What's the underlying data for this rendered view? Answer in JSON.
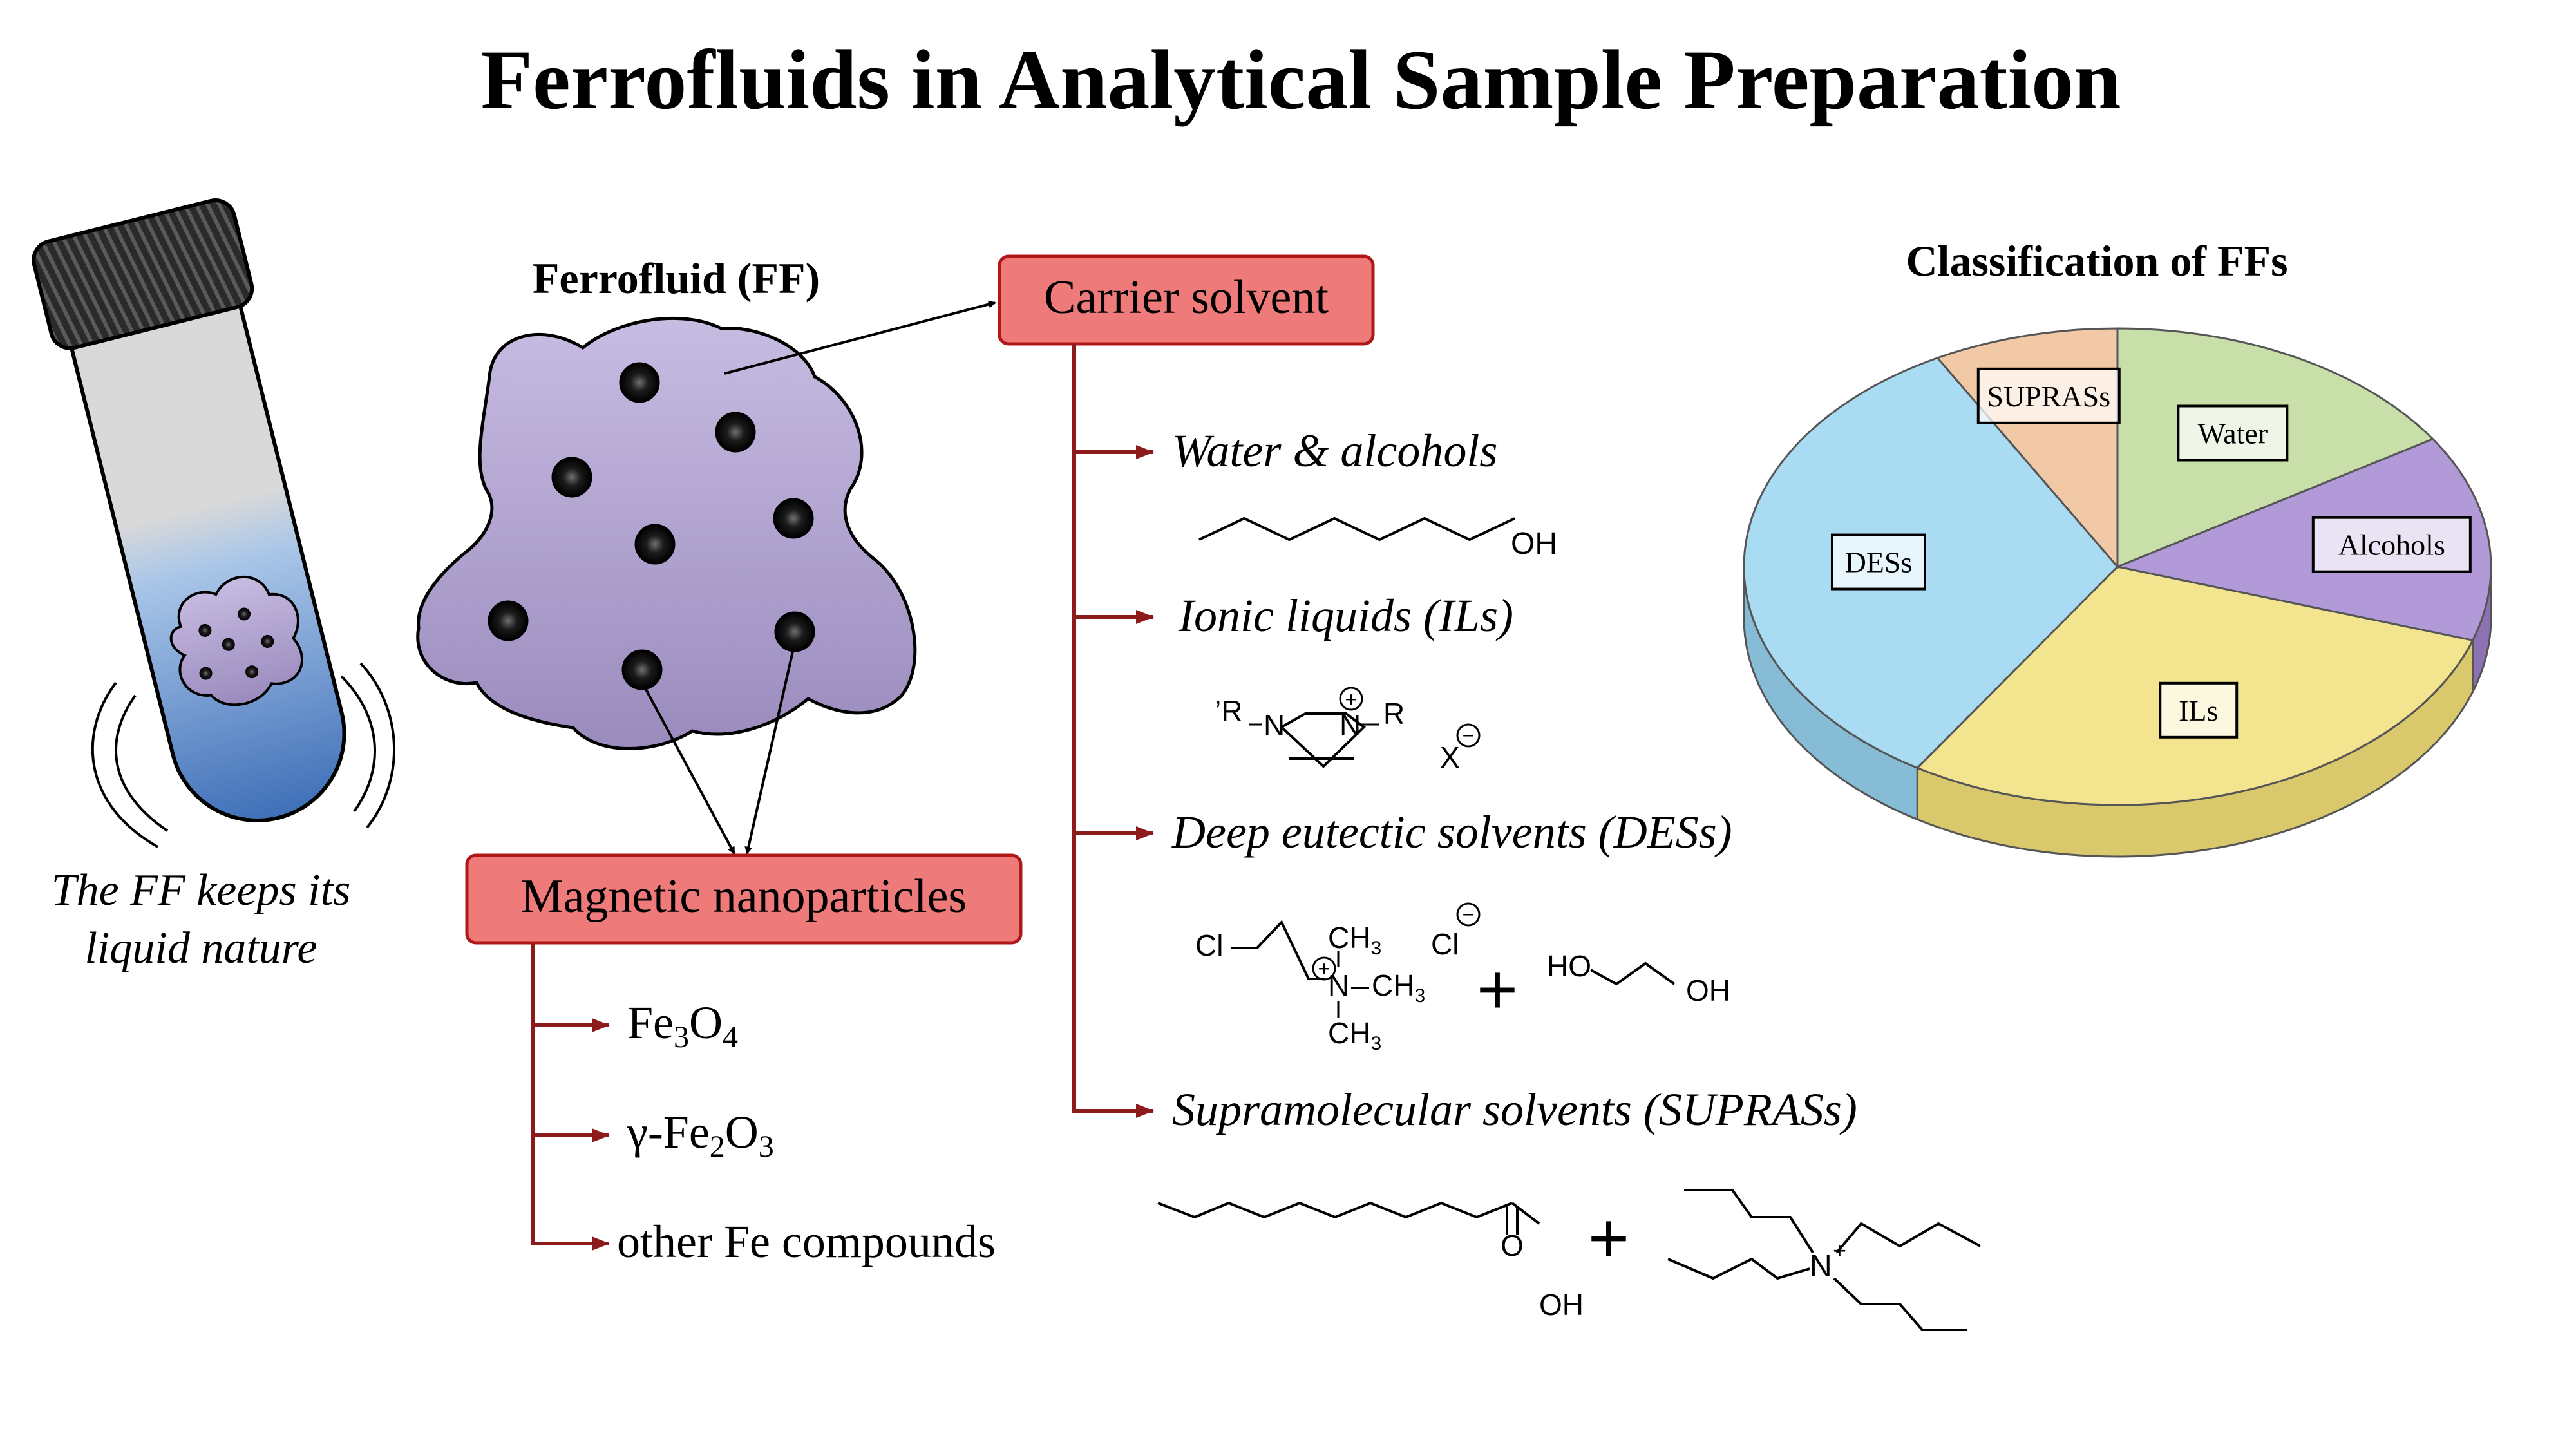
{
  "title": "Ferrofluids in Analytical Sample Preparation",
  "tube_caption": {
    "line1": "The FF keeps its",
    "line2": "liquid nature"
  },
  "ferrofluid_label": "Ferrofluid (FF)",
  "carrier_solvent": {
    "label": "Carrier solvent",
    "items": [
      "Water & alcohols",
      "Ionic liquids (ILs)",
      "Deep eutectic solvents (DESs)",
      "Supramolecular solvents (SUPRASs)"
    ]
  },
  "magnetic_nanoparticles": {
    "label": "Magnetic nanoparticles",
    "fe3o4": {
      "a": "Fe",
      "b": "3",
      "c": "O",
      "d": "4"
    },
    "gfe2o3": {
      "a": "γ-Fe",
      "b": "2",
      "c": "O",
      "d": "3"
    },
    "other": "other Fe compounds"
  },
  "chem": {
    "octanol_oh": "OH",
    "il_rp": "’R",
    "il_n1": "N",
    "il_n2": "N",
    "il_r": "R",
    "il_x": "X",
    "plus_charge": "+",
    "minus_charge": "−",
    "des_cl": "Cl",
    "des_ch3_top": "CH",
    "des_ch3_right": "CH",
    "des_ch3_bottom": "CH",
    "des_sub3": "3",
    "des_n": "N",
    "des_cl_ion": "Cl",
    "des_ho": "HO",
    "des_oh": "OH",
    "plus_sign": "+",
    "acid_o": "O",
    "acid_oh": "OH",
    "tba_n": "N",
    "tba_plus": "+"
  },
  "chart_data": {
    "type": "pie",
    "title": "Classification of FFs",
    "categories": [
      "Water",
      "Alcohols",
      "ILs",
      "DESs",
      "SUPRASs"
    ],
    "values": [
      16,
      14,
      29,
      33,
      8
    ],
    "colors": [
      "#c9dfa9",
      "#b29ad8",
      "#f3e58f",
      "#a9dcf3",
      "#f2c9a6"
    ],
    "side_colors": [
      "#a9c08a",
      "#8c72b3",
      "#d9c96c",
      "#86bcd6",
      "#d3a985"
    ],
    "style": "3d-tilted"
  }
}
